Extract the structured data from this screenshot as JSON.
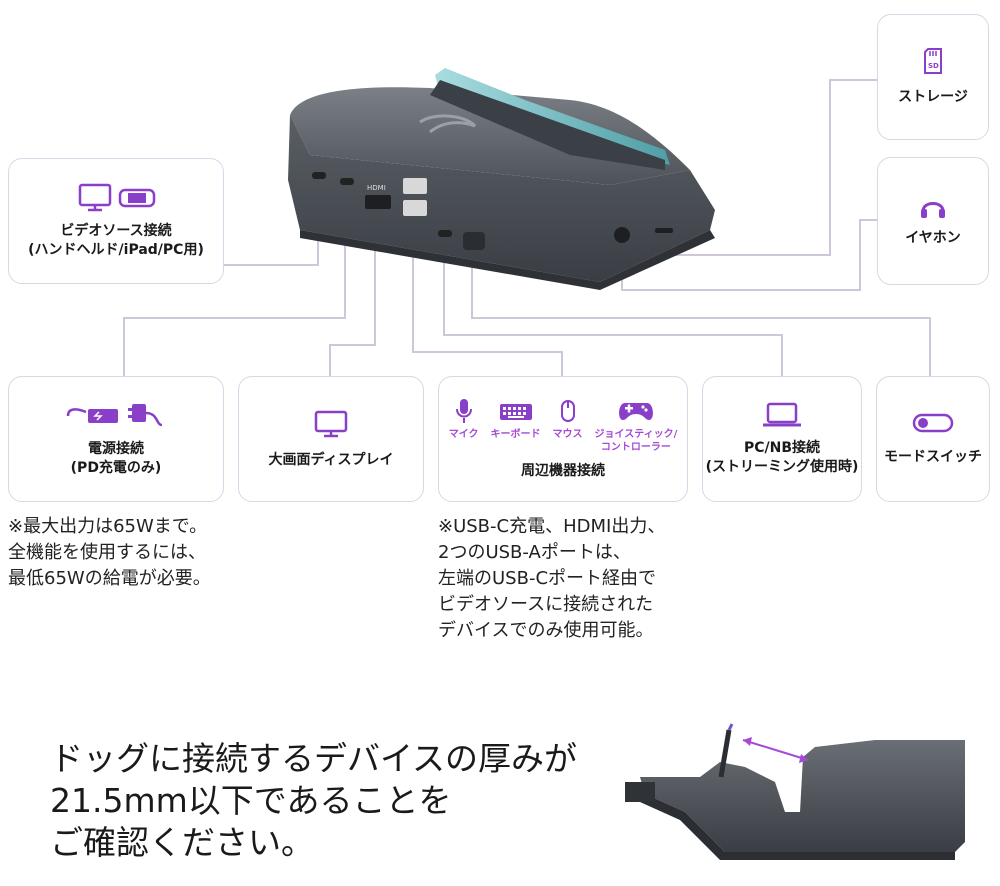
{
  "colors": {
    "accent": "#8a3fc8",
    "line": "#cfc6dc",
    "box_border": "#ddd6e6",
    "device": "#4a4f55",
    "teal": "#7fc3c9"
  },
  "boxes": {
    "storage": {
      "label": "ストレージ",
      "icon": "sd-card-icon",
      "icon_text": "SD"
    },
    "earphone": {
      "label": "イヤホン",
      "icon": "headphones-icon"
    },
    "video_source": {
      "label": "ビデオソース接続\n(ハンドヘルド/iPad/PC用)",
      "icon": "monitor-console-icon"
    },
    "power": {
      "label": "電源接続\n(PD充電のみ)",
      "icon": "power-adapter-icon"
    },
    "display": {
      "label": "大画面ディスプレイ",
      "icon": "monitor-icon"
    },
    "peripherals": {
      "label": "周辺機器接続",
      "items": [
        {
          "name": "mic",
          "label": "マイク",
          "icon": "microphone-icon"
        },
        {
          "name": "keyboard",
          "label": "キーボード",
          "icon": "keyboard-icon"
        },
        {
          "name": "mouse",
          "label": "マウス",
          "icon": "mouse-icon"
        },
        {
          "name": "joystick",
          "label": "ジョイスティック/\nコントローラー",
          "icon": "gamepad-icon"
        }
      ]
    },
    "pc_nb": {
      "label": "PC/NB接続\n(ストリーミング使用時)",
      "icon": "laptop-icon"
    },
    "mode_switch": {
      "label": "モードスイッチ",
      "icon": "toggle-switch-icon"
    }
  },
  "device": {
    "port_labels": [
      "HDMI"
    ]
  },
  "notes": {
    "power_note": "※最大出力は65Wまで。\n全機能を使用するには、\n最低65Wの給電が必要。",
    "usb_note": "※USB-C充電、HDMI出力、\n2つのUSB-Aポートは、\n左端のUSB-Cポート経由で\nビデオソースに接続された\nデバイスでのみ使用可能。"
  },
  "thickness_note": "ドッグに接続するデバイスの厚みが\n21.5mm以下であることを\nご確認ください。"
}
